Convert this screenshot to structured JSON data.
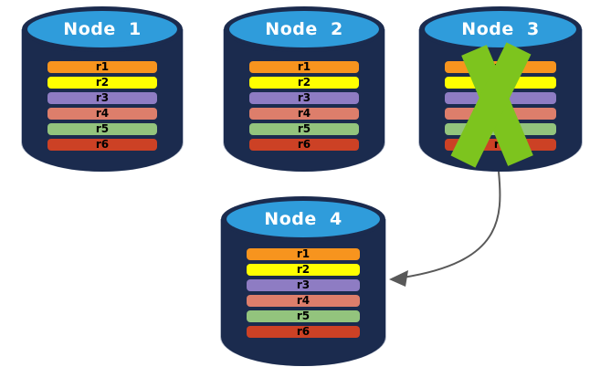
{
  "nodes": [
    {
      "label": "Node  1",
      "rows": [
        {
          "label": "r1"
        },
        {
          "label": "r2"
        },
        {
          "label": "r3"
        },
        {
          "label": "r4"
        },
        {
          "label": "r5"
        },
        {
          "label": "r6"
        }
      ]
    },
    {
      "label": "Node  2",
      "rows": [
        {
          "label": "r1"
        },
        {
          "label": "r2"
        },
        {
          "label": "r3"
        },
        {
          "label": "r4"
        },
        {
          "label": "r5"
        },
        {
          "label": "r6"
        }
      ]
    },
    {
      "label": "Node  3",
      "status": "failed",
      "rows": [
        {
          "label": "r1"
        },
        {
          "label": "r2"
        },
        {
          "label": "r3"
        },
        {
          "label": "r4"
        },
        {
          "label": "r5"
        },
        {
          "label": "r6"
        }
      ]
    },
    {
      "label": "Node  4",
      "rows": [
        {
          "label": "r1"
        },
        {
          "label": "r2"
        },
        {
          "label": "r3"
        },
        {
          "label": "r4"
        },
        {
          "label": "r5"
        },
        {
          "label": "r6"
        }
      ]
    }
  ],
  "colors": {
    "r1": "#F7941E",
    "r2": "#FFFF00",
    "r3": "#8E7CC3",
    "r4": "#DD7E6B",
    "r5": "#93C47D",
    "r6": "#CC4125",
    "cylinder_body": "#1B2B4E",
    "cylinder_top": "#2F9CDB",
    "failure_x": "#7DC41E",
    "arrow": "#595959"
  }
}
